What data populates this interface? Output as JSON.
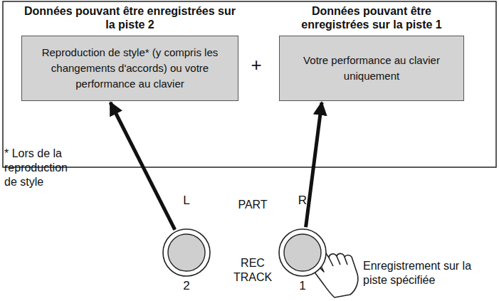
{
  "diagram": {
    "nodes": [
      {
        "text": [
          "Données pouvant être enregistrées sur la piste 2",
          "Reproduction de style* (y compris les changements d'accords) ou votre performance au clavier"
        ]
      },
      {
        "text": [
          "Données pouvant être enregistrées sur la piste 1",
          "Votre performance au clavier uniquement"
        ]
      },
      {
        "text": [
          "L",
          "2"
        ]
      },
      {
        "text": [
          "R",
          "1"
        ]
      }
    ],
    "edges": [
      {
        "from": 2,
        "to": 0,
        "arrow": "to"
      },
      {
        "from": 3,
        "to": 1,
        "arrow": "to"
      }
    ],
    "labels": [
      "+",
      "* Lors de la reproduction de style",
      "PART",
      "REC TRACK",
      "Enregistrement sur la piste spécifiée"
    ]
  }
}
